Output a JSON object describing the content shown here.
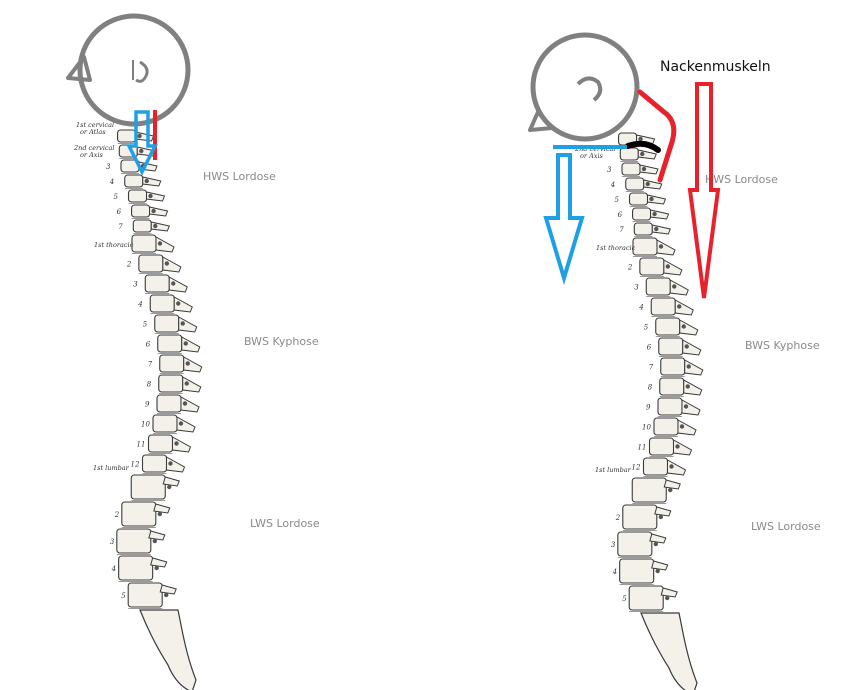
{
  "colors": {
    "background": "#ffffff",
    "head_outline": "#808080",
    "load_arrow": "#1ea0e6",
    "muscle_arrow": "#e8222a",
    "bone_fill": "#f4f1ea",
    "bone_stroke": "#3a3a3a",
    "contact_mark": "#000000",
    "region_text": "#8a8a8a"
  },
  "labels": {
    "cervical": "HWS Lordose",
    "thoracic": "BWS Kyphose",
    "lumbar": "LWS Lordose",
    "neck_muscles": "Nackenmuskeln"
  },
  "anatomy": {
    "atlas": [
      "1st cervical",
      "or Atlas"
    ],
    "axis": [
      "2nd cervical",
      "or Axis"
    ],
    "first_thoracic": "1st thoracic",
    "first_lumbar": "1st lumbar"
  },
  "vertebra_numbers": {
    "cervical": [
      "3",
      "4",
      "5",
      "6",
      "7"
    ],
    "thoracic": [
      "2",
      "3",
      "4",
      "5",
      "6",
      "7",
      "8",
      "9",
      "10",
      "11",
      "12"
    ],
    "lumbar": [
      "2",
      "3",
      "4",
      "5"
    ]
  },
  "panels": {
    "left": {
      "head_posture": "upright"
    },
    "right": {
      "head_posture": "forward",
      "annotation": "Nackenmuskeln"
    }
  }
}
